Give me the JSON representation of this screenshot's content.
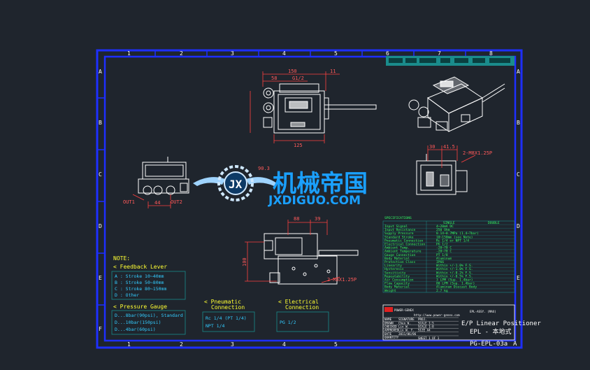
{
  "frame": {
    "columns": [
      "1",
      "2",
      "3",
      "4",
      "5",
      "6",
      "7",
      "8"
    ],
    "rows": [
      "A",
      "B",
      "C",
      "D",
      "E",
      "F"
    ]
  },
  "dimensions": {
    "front_width_top": "150",
    "front_offset": "58",
    "front_port": "G1/2",
    "front_right": "11",
    "front_bottom_width": "125",
    "side_top_a": "30",
    "side_top_b": "41.5",
    "side_thread": "2-M8X1.25P",
    "left_height": "90.3",
    "left_out1": "OUT1",
    "left_out2": "OUT2",
    "left_width": "44",
    "bottom_width_a": "88",
    "bottom_width_b": "39",
    "bottom_height": "100",
    "bottom_thread": "2-M8X1.25P"
  },
  "note": {
    "title": "NOTE:",
    "feedback_title": "< Feedback Lever",
    "feedback_items": [
      "A : Stroke  10~40mm",
      "B : Stroke  50~80mm",
      "C : Stroke  80~150mm",
      "D : Other"
    ],
    "gauge_title": "< Pressure Gauge",
    "gauge_items": [
      "D...8bar(90psi), Standard",
      "D...10bar(150psi)",
      "D...4bar(60psi)"
    ],
    "pneumatic_title": "< Pneumatic",
    "pneumatic_title2": "Connection",
    "pneumatic_items": [
      "Rc 1/4 (PT 1/4)",
      "NPT 1/4"
    ],
    "electrical_title": "< Electrical",
    "electrical_title2": "Connection",
    "electrical_items": [
      "PG 1/2"
    ]
  },
  "specs": {
    "title": "SPECIFICATIONS",
    "header": [
      "SINGLE",
      "DOUBLE"
    ],
    "rows": [
      [
        "Input Signal",
        "4~20mA DC"
      ],
      [
        "Input Resistance",
        "250 Ohm"
      ],
      [
        "Supply Pressure",
        "0.14~0.7MPa (1.4~7bar)"
      ],
      [
        "Standard Stroke",
        "10~150mm (see Note)"
      ],
      [
        "Pneumatic Connection",
        "Rc 1/4 or NPT 1/4"
      ],
      [
        "Electrical Connection",
        "PG 1/2"
      ],
      [
        "Ambient Temp.",
        "-20~70 C"
      ],
      [
        "Ambient Temperature",
        "-20~70 C"
      ],
      [
        "Gauge Connection",
        "PT 1/8"
      ],
      [
        "Body Material",
        "Aluminum"
      ],
      [
        "Protection Class",
        "IP66"
      ],
      [
        "Linearity",
        "Within +/-1.0% F.S."
      ],
      [
        "Hysteresis",
        "Within +/-1.0% F.S."
      ],
      [
        "Sensitivity",
        "Within +/-0.2% F.S."
      ],
      [
        "Repeatability",
        "Within +/-0.5% F.S."
      ],
      [
        "Air Consumption",
        "3 LPM (Sup. 1.4bar)"
      ],
      [
        "Flow Capacity",
        "80 LPM (Sup. 1.4bar)"
      ],
      [
        "Body Material",
        "Aluminum Diecast Body"
      ],
      [
        "Weight",
        "2.7 kg"
      ]
    ]
  },
  "title_block": {
    "company": "POWER-GENEX",
    "website": "http://www.power-genex.com",
    "product_code": "EPL-ASSY. (MAX)",
    "product_name": "E/P Linear Positioner",
    "product_name_cn": "EPL - 本地式",
    "drawing_no": "PG-EPL-03a",
    "revision": "A",
    "fields": [
      [
        "NAME",
        "SIGNATURE",
        "PROJ.",
        ""
      ],
      [
        "DRAWN",
        "Chen W.",
        "SCALE 1:5",
        ""
      ],
      [
        "CHECKED",
        "Lin W.",
        "SCALE 1:8",
        ""
      ],
      [
        "APPROVED",
        "Lin W. Y.",
        "SIZE  A4",
        ""
      ],
      [
        "DATE",
        "2011/06/06",
        "",
        ""
      ],
      [
        "QUANTITY",
        "",
        "",
        ""
      ]
    ],
    "sheet": "SHEET 1 OF 1"
  },
  "watermark": {
    "cn": "机械帝国",
    "en": "JXDIGUO.COM"
  },
  "colors": {
    "background": "#1f252d",
    "frame": "#1e2fff",
    "lines": "#ffffff",
    "dimensions": "#ff4040",
    "accent": "#33ff66",
    "note": "#ffff33",
    "watermark": "#1aa0ff"
  }
}
